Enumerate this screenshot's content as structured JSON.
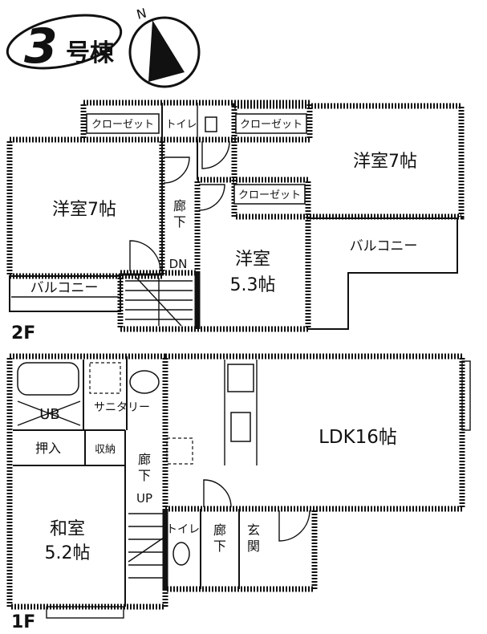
{
  "title": {
    "number": "3",
    "suffix": "号棟",
    "north": "N"
  },
  "floors": {
    "second": {
      "label": "2F",
      "rooms": {
        "west_bedroom": "洋室7帖",
        "east_bedroom": "洋室7帖",
        "middle_bedroom_name": "洋室",
        "middle_bedroom_size": "5.3帖",
        "closet_1": "クローゼット",
        "closet_2": "クローゼット",
        "closet_3": "クローゼット",
        "toilet": "トイレ",
        "hall_char1": "廊",
        "hall_char2": "下",
        "down": "DN",
        "balcony_west": "バルコニー",
        "balcony_east": "バルコニー"
      }
    },
    "first": {
      "label": "1F",
      "rooms": {
        "bath": "UB",
        "sanitary": "サニタリー",
        "oshiire": "押入",
        "storage": "収納",
        "hall_char1": "廊",
        "hall_char2": "下",
        "up": "UP",
        "ldk": "LDK16帖",
        "washitsu_name": "和室",
        "washitsu_size": "5.2帖",
        "toilet": "トイレ",
        "hall2_char1": "廊",
        "hall2_char2": "下",
        "entrance_char1": "玄",
        "entrance_char2": "関"
      }
    }
  }
}
